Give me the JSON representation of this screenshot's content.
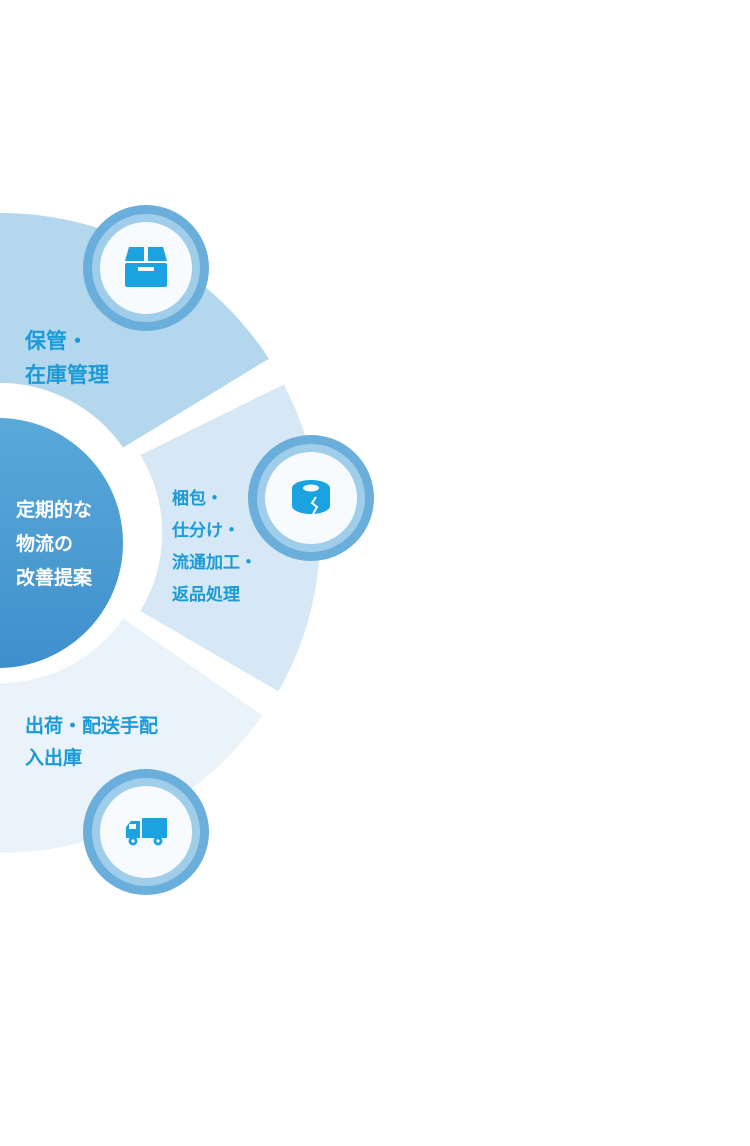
{
  "colors": {
    "segment_storage": "#b3d7ec",
    "segment_packing": "#d6e8f5",
    "segment_shipping": "#eaf3fa",
    "center_gradient_top": "#5aa9d9",
    "center_gradient_bottom": "#3f8fcd",
    "icon_ring_outer": "#6aaedc",
    "icon_ring_inner": "#9fcdea",
    "icon_fill": "#1aa3e0",
    "label_text": "#1a9ad6"
  },
  "center": {
    "lines": [
      "定期的な",
      "物流の",
      "改善提案"
    ]
  },
  "segments": [
    {
      "key": "storage",
      "icon": "box-icon",
      "lines": [
        "保管・",
        "在庫管理"
      ]
    },
    {
      "key": "packing",
      "icon": "tape-icon",
      "lines": [
        "梱包・",
        "仕分け・",
        "流通加工・",
        "返品処理"
      ]
    },
    {
      "key": "shipping",
      "icon": "truck-icon",
      "lines": [
        "出荷・配送手配",
        "入出庫"
      ]
    }
  ]
}
